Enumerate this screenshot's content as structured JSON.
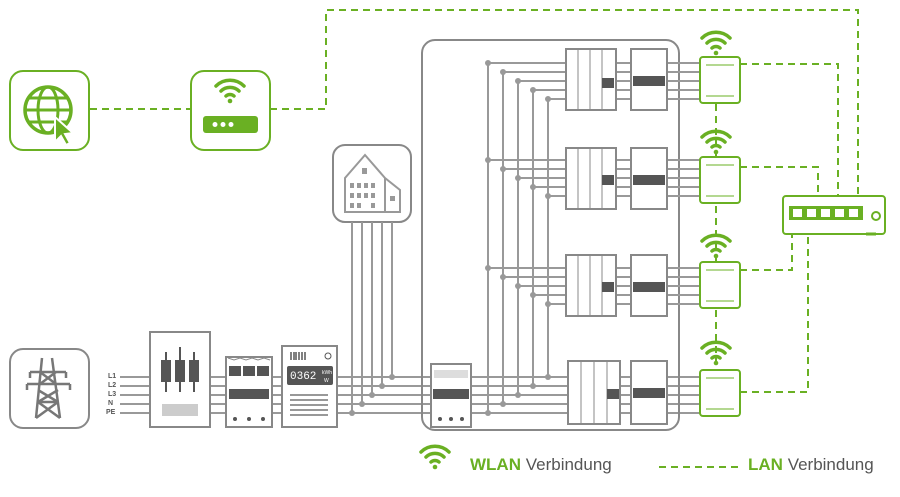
{
  "colors": {
    "green": "#6ab023",
    "grey": "#777777",
    "line": "#8a8a8a"
  },
  "wires": [
    "L1",
    "L2",
    "L3",
    "N",
    "PE"
  ],
  "meter": {
    "reading": "0362",
    "unit_top": "kWh",
    "unit_bottom": "W"
  },
  "legend": {
    "wlan_label": "WLAN",
    "wlan_suffix": "Verbindung",
    "lan_label": "LAN",
    "lan_suffix": "Verbindung"
  },
  "icons": [
    "internet-icon",
    "router-icon",
    "building-icon",
    "power-tower-icon",
    "wifi-icon",
    "network-switch-icon"
  ]
}
